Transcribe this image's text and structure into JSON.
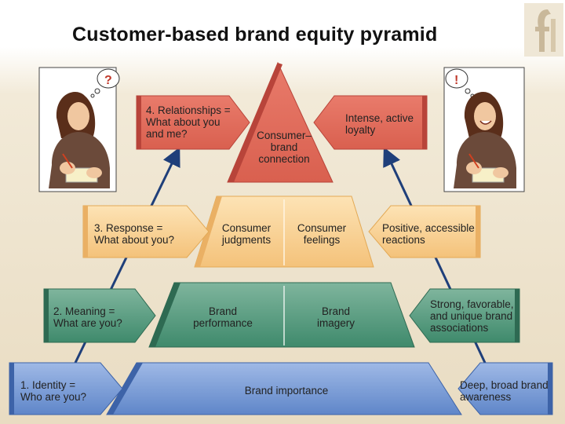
{
  "title": "Customer-based brand equity pyramid",
  "levels": [
    {
      "left": "1. Identity =\nWho are you?",
      "center": [
        "Brand importance"
      ],
      "right": "Deep, broad brand\nawareness"
    },
    {
      "left": "2. Meaning =\nWhat are you?",
      "center": [
        "Brand\nperformance",
        "Brand\nimagery"
      ],
      "right": "Strong, favorable,\nand unique brand\nassociations"
    },
    {
      "left": "3. Response =\nWhat about you?",
      "center": [
        "Consumer\njudgments",
        "Consumer\nfeelings"
      ],
      "right": "Positive, accessible\nreactions"
    },
    {
      "left": "4. Relationships =\nWhat about you\nand me?",
      "center": [
        "Consumer–\nbrand\nconnection"
      ],
      "right": "Intense, active\nloyalty"
    }
  ],
  "thought_bubbles": {
    "left": "?",
    "right": "!"
  },
  "colors": {
    "level1": "#6a8fd0",
    "level2": "#3f8a6c",
    "level3": "#f6c987",
    "level4": "#d9534a",
    "arrow": "#1f3f7a"
  }
}
